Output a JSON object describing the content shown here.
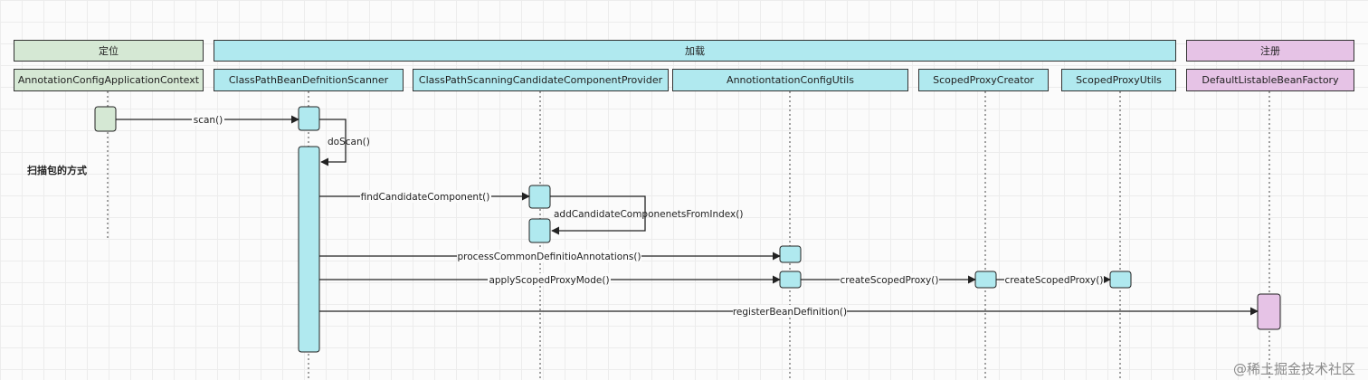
{
  "phases": {
    "locate": "定位",
    "load": "加载",
    "register": "注册"
  },
  "participants": {
    "p1": "AnnotationConfigApplicationContext",
    "p2": "ClassPathBeanDefnitionScanner",
    "p3": "ClassPathScanningCandidateComponentProvider",
    "p4": "AnnotiontationConfigUtils",
    "p5": "ScopedProxyCreator",
    "p6": "ScopedProxyUtils",
    "p7": "DefaultListableBeanFactory"
  },
  "messages": {
    "scan": "scan()",
    "doScan": "doScan()",
    "findCandidate": "findCandidateComponent()",
    "addFromIndex": "addCandidateComponenetsFromIndex()",
    "processCommon": "processCommonDefinitioAnnotations()",
    "applyScoped": "applyScopedProxyMode()",
    "createScoped1": "createScopedProxy()",
    "createScoped2": "createScopedProxy()",
    "registerBean": "registerBeanDefinition()"
  },
  "note": "扫描包的方式",
  "watermark": "@稀土掘金技术社区",
  "colors": {
    "green": "#d5e8d4",
    "cyan": "#b0e9ef",
    "pink": "#e6c3e6",
    "line": "#333333"
  }
}
